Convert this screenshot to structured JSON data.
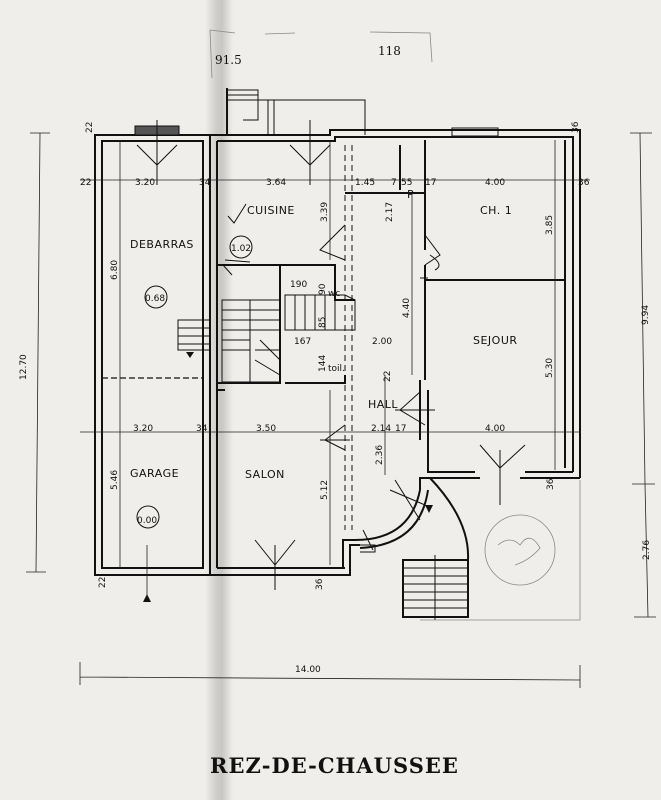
{
  "plan": {
    "title": "REZ-DE-CHAUSSEE",
    "handwritten_notes": [
      "91.5",
      "118"
    ],
    "rooms": [
      {
        "id": "debarras",
        "label": "DEBARRAS",
        "level": "0.68"
      },
      {
        "id": "cuisine",
        "label": "CUISINE",
        "level": "1.02"
      },
      {
        "id": "garage",
        "label": "GARAGE",
        "level": "0.00"
      },
      {
        "id": "salon",
        "label": "SALON"
      },
      {
        "id": "hall",
        "label": "HALL"
      },
      {
        "id": "ch1",
        "label": "CH. 1"
      },
      {
        "id": "sejour",
        "label": "SEJOUR"
      },
      {
        "id": "wc",
        "label": "wc"
      },
      {
        "id": "toil",
        "label": "toil."
      },
      {
        "id": "placard",
        "label": "P"
      }
    ],
    "dimensions": {
      "overall_width": "14.00",
      "overall_height_left": "12.70",
      "overall_height_right": "9.94",
      "terrace_depth": "2.76",
      "top_row": [
        "22",
        "3.20",
        "34",
        "3.64",
        "1.45",
        "7",
        "55",
        "17",
        "4.00",
        "36"
      ],
      "middle_row": [
        "3.20",
        "34",
        "3.50",
        "2.14",
        "17",
        "4.00"
      ],
      "debarras_depth": "6.80",
      "cuisine_depth": "3.39",
      "placard_depth": "2.17",
      "ch1_depth": "3.85",
      "hall_depth": "4.40",
      "sejour_depth": "5.30",
      "garage_depth": "5.46",
      "salon_depth": "5.12",
      "hall_lower_depth": "2.36",
      "stair_width": "190",
      "wc_depth": "90",
      "stair_depth": "85",
      "wc_width": "167",
      "toil_depth": "144",
      "hall_width": "2.00",
      "wall_small": "7",
      "wall_22": "22",
      "wall_36": "36"
    }
  }
}
